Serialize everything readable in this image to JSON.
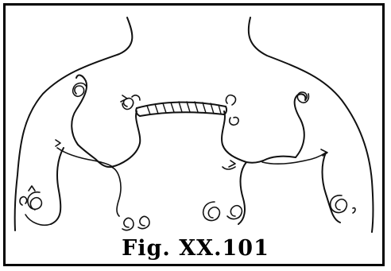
{
  "figure": {
    "caption": "Fig. XX.101",
    "stroke_color": "#111111",
    "border_color": "#000000",
    "background": "#ffffff"
  },
  "icons": [
    "scroll-motif",
    "hatched-bar",
    "arrow-mark"
  ]
}
